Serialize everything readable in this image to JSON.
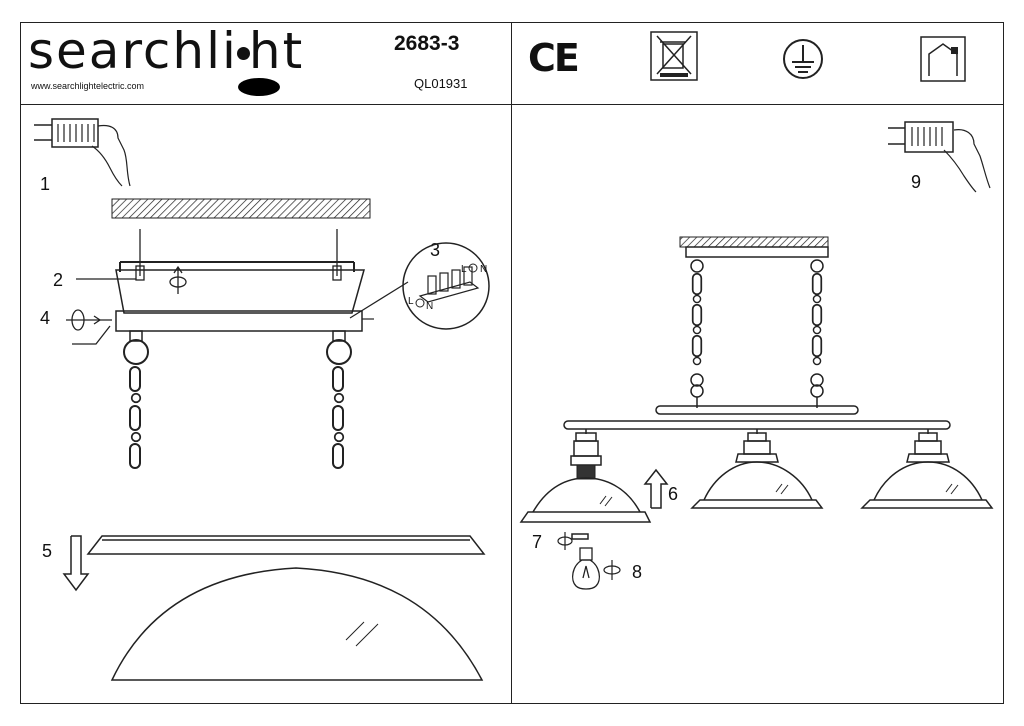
{
  "header": {
    "brand_left": "searchli",
    "brand_right": "ht",
    "website": "www.searchlightelectric.com",
    "model_number": "2683-3",
    "product_code": "QL01931",
    "ce_mark": "CE"
  },
  "icons": [
    "weee-bin-icon",
    "earth-ground-icon",
    "indoor-use-icon",
    "terminal-block-icon",
    "hand-icon"
  ],
  "wiring_labels": {
    "live": "L",
    "neutral": "N"
  },
  "steps": {
    "s1": "1",
    "s2": "2",
    "s3": "3",
    "s4": "4",
    "s5": "5",
    "s6": "6",
    "s7": "7",
    "s8": "8",
    "s9": "9"
  }
}
